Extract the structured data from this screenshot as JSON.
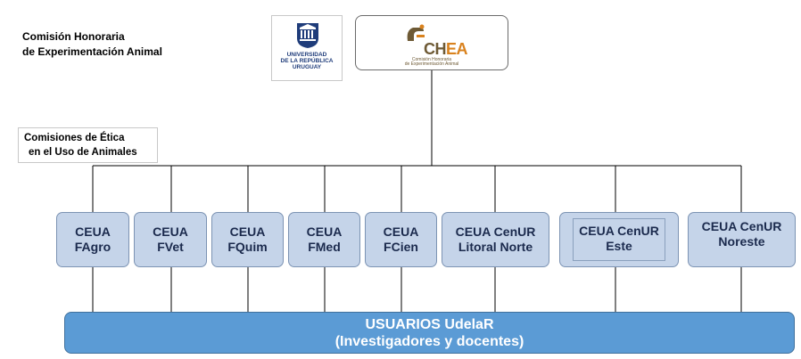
{
  "header": {
    "org_line1": "Comisión Honoraria",
    "org_line2": "de Experimentación Animal"
  },
  "logos": {
    "udelar": {
      "icon": "university-crest-icon",
      "line1": "UNIVERSIDAD",
      "line2": "DE LA REPÚBLICA",
      "line3": "URUGUAY"
    },
    "chea": {
      "icon": "chea-lab-icon",
      "wordmark_part1": "CH",
      "wordmark_part2": "EA",
      "sub_line1": "Comisión Honoraria",
      "sub_line2": "de Experimentación Animal"
    }
  },
  "ethics_label": {
    "line1": "Comisiones de Ética",
    "line2": "en el Uso de Animales"
  },
  "committees": [
    {
      "line1": "CEUA",
      "line2": "FAgro"
    },
    {
      "line1": "CEUA",
      "line2": "FVet"
    },
    {
      "line1": "CEUA",
      "line2": "FQuim"
    },
    {
      "line1": "CEUA",
      "line2": "FMed"
    },
    {
      "line1": "CEUA",
      "line2": "FCien"
    },
    {
      "line1": "CEUA CenUR",
      "line2": "Litoral Norte"
    },
    {
      "line1": "CEUA CenUR",
      "line2": "Este"
    },
    {
      "line1": "CEUA CenUR",
      "line2": "Noreste"
    }
  ],
  "users": {
    "line1": "USUARIOS UdelaR",
    "line2": "(Investigadores y docentes)"
  },
  "colors": {
    "committee_fill": "#c5d4e9",
    "committee_border": "#7c93b3",
    "users_fill": "#5b9bd5",
    "chea_brown": "#6e5a35",
    "chea_orange": "#d9821e",
    "udelar_blue": "#1f3c7a"
  }
}
